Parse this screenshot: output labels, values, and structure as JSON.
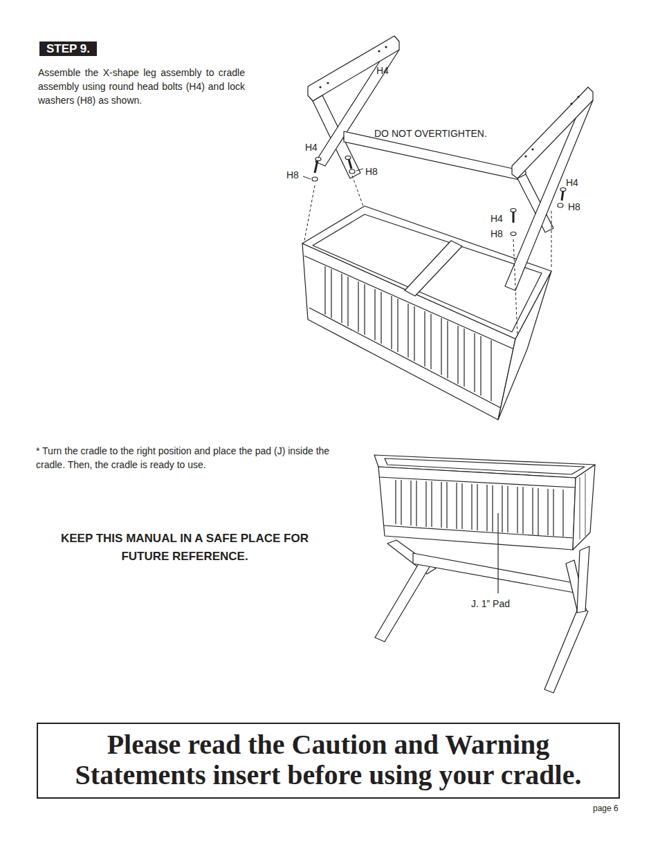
{
  "diagram": {
    "nodes": [
      {
        "text": [
          "STEP 9."
        ]
      },
      {
        "text": [
          "Please read the Caution and Warning Statements insert before using your cradle."
        ]
      }
    ],
    "labels": [
      "Assemble the X-shape leg assembly to cradle assembly using round head bolts (H4) and lock washers (H8) as shown.",
      "H4",
      "DO NOT OVERTIGHTEN.",
      "H4",
      "H8",
      "H8",
      "H4",
      "H8",
      "H4",
      "H8",
      "* Turn the cradle to the right position and place the pad (J) inside the cradle. Then, the cradle is ready to use.",
      "KEEP THIS MANUAL IN A SAFE PLACE FOR FUTURE REFERENCE.",
      "J. 1” Pad",
      "page 6"
    ]
  }
}
